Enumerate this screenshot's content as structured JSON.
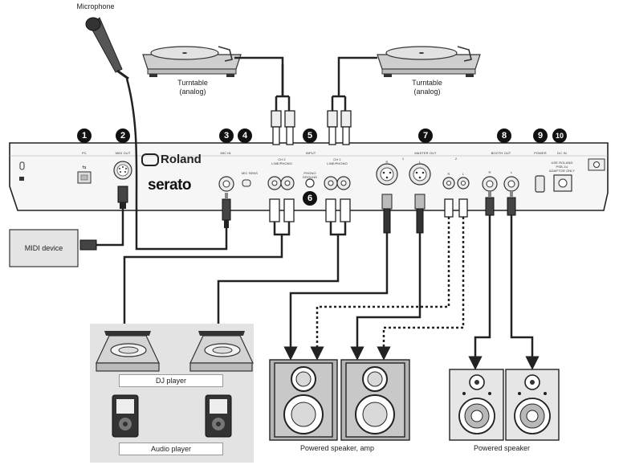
{
  "labels": {
    "microphone": "Microphone",
    "turntable_left_1": "Turntable",
    "turntable_left_2": "(analog)",
    "turntable_right_1": "Turntable",
    "turntable_right_2": "(analog)",
    "midi_device": "MIDI device",
    "dj_player": "DJ player",
    "audio_player": "Audio player",
    "powered_speaker_amp": "Powered speaker, amp",
    "powered_speaker": "Powered speaker"
  },
  "brands": {
    "roland": "Roland",
    "serato": "serato"
  },
  "numbers": [
    "1",
    "2",
    "3",
    "4",
    "5",
    "6",
    "7",
    "8",
    "9",
    "10"
  ],
  "panel_text": {
    "pc": "PC",
    "midi_out": "MIDI OUT",
    "mic_in": "MIC IN",
    "mic_sens": "MIC SENS",
    "input": "INPUT",
    "ch2": "CH 2",
    "ch1": "CH 1",
    "line_phono_2": "LINE/PHONO",
    "line_phono_1": "LINE/PHONO",
    "phono_ground": "PHONO GROUND",
    "master_out": "MASTER OUT",
    "booth_out": "BOOTH OUT",
    "power": "POWER",
    "dc_in": "DC IN",
    "adaptor_1": "USE ROLAND",
    "adaptor_2": "PSB-1U",
    "adaptor_3": "ADAPTOR ONLY",
    "r": "R",
    "l": "L",
    "one": "1",
    "two": "2"
  },
  "colors": {
    "ink": "#222222",
    "panel": "#f4f4f4",
    "group_bg": "#e3e3e3",
    "badge": "#111111"
  }
}
